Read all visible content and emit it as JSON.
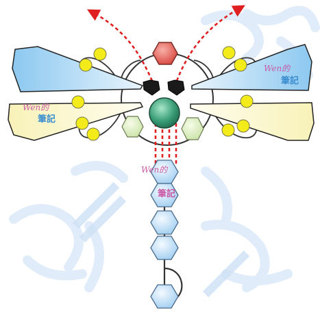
{
  "watermarks": [
    {
      "part1": "Wen的",
      "part2": "筆記"
    },
    {
      "part1": "Wen的",
      "part2": "筆記"
    },
    {
      "part1": "Wen的",
      "part2": "筆記"
    }
  ],
  "colors": {
    "upper_wing": "#8cc8f0",
    "lower_wing": "#f8f2b8",
    "head_hexagon": "#e0564e",
    "thorax_circle": "#3a9e78",
    "side_hexagons": "#d0e8b0",
    "eyes": "#1a1a1a",
    "tail_hexagons": "#a8d4f4",
    "yellow_dots": "#f4ec1a",
    "arrows": "#e02020",
    "watermark_text_pink": "#c85aa6",
    "watermark_text_blue": "#3a8ed0",
    "background_pattern": "#d8e8f8"
  }
}
